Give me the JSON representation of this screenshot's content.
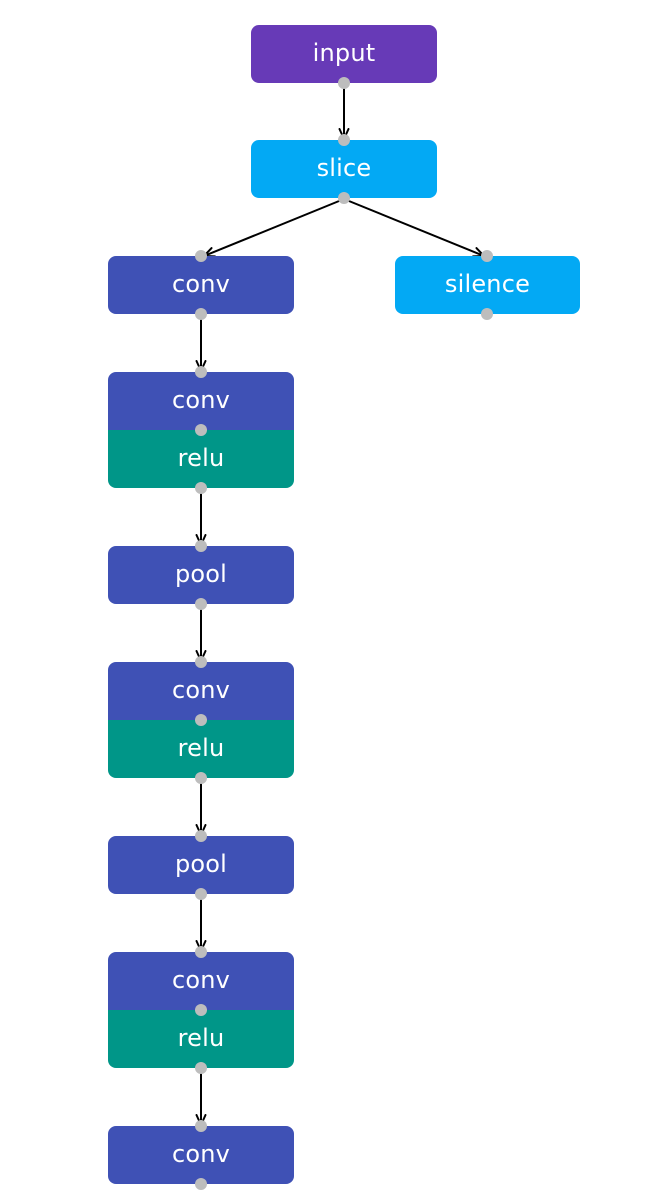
{
  "colors": {
    "input": "#673ab7",
    "layer": "#3f51b5",
    "activation": "#009688",
    "utility": "#03a9f4",
    "edge": "#000000",
    "port": "#bdbdbd",
    "background": "#ffffff"
  },
  "nodes": {
    "input": {
      "label": "input"
    },
    "slice": {
      "label": "slice"
    },
    "conv1": {
      "label": "conv"
    },
    "silence": {
      "label": "silence"
    },
    "conv_relu_1": {
      "top": "conv",
      "bottom": "relu"
    },
    "pool1": {
      "label": "pool"
    },
    "conv_relu_2": {
      "top": "conv",
      "bottom": "relu"
    },
    "pool2": {
      "label": "pool"
    },
    "conv_relu_3": {
      "top": "conv",
      "bottom": "relu"
    },
    "conv5": {
      "label": "conv"
    }
  },
  "edges": [
    {
      "from": "input",
      "to": "slice"
    },
    {
      "from": "slice",
      "to": "conv1"
    },
    {
      "from": "slice",
      "to": "silence"
    },
    {
      "from": "conv1",
      "to": "conv_relu_1"
    },
    {
      "from": "conv_relu_1",
      "to": "pool1"
    },
    {
      "from": "pool1",
      "to": "conv_relu_2"
    },
    {
      "from": "conv_relu_2",
      "to": "pool2"
    },
    {
      "from": "pool2",
      "to": "conv_relu_3"
    },
    {
      "from": "conv_relu_3",
      "to": "conv5"
    }
  ]
}
